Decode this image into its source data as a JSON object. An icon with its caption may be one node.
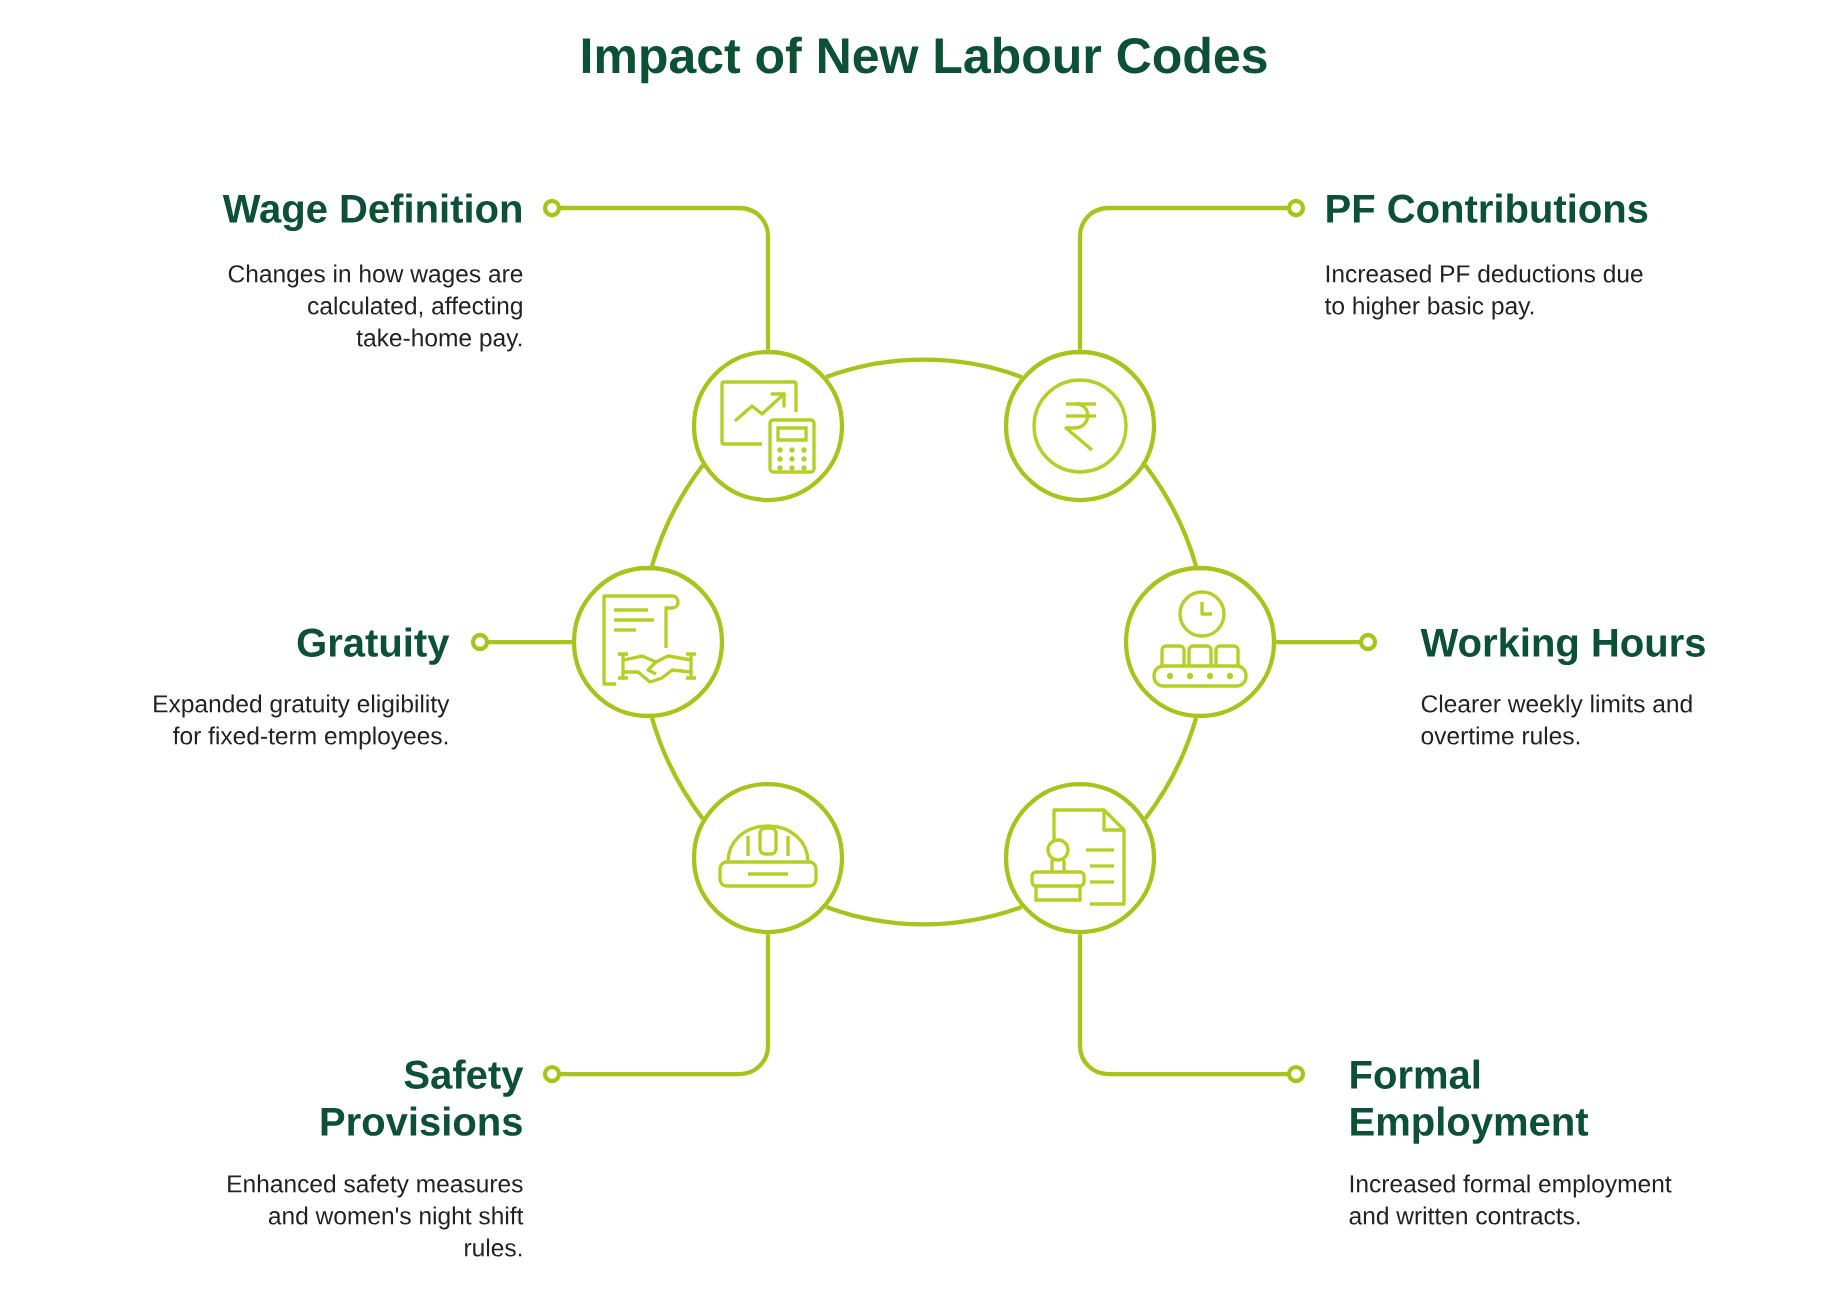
{
  "diagram": {
    "title": "Impact of New Labour Codes",
    "nodes": [
      {
        "text": [
          "Wage Definition",
          "Changes in how wages are calculated, affecting take-home pay."
        ]
      },
      {
        "text": [],
        "shape": "circle"
      },
      {
        "text": [],
        "shape": "circle"
      },
      {
        "text": [
          "PF Contributions",
          "Increased PF deductions due to higher basic pay."
        ]
      },
      {
        "text": [
          "Gratuity",
          "Expanded gratuity eligibility for fixed-term employees."
        ]
      },
      {
        "text": [],
        "shape": "circle"
      },
      {
        "text": [],
        "shape": "circle"
      },
      {
        "text": [
          "Working Hours",
          "Clearer weekly limits and overtime rules."
        ]
      },
      {
        "text": [],
        "shape": "circle"
      },
      {
        "text": [],
        "shape": "circle"
      },
      {
        "text": [
          "Safety Provisions",
          "Enhanced safety measures and women's night shift rules."
        ]
      },
      {
        "text": [
          "Formal Employment",
          "Increased formal employment and written contracts."
        ]
      }
    ],
    "edges": [
      {
        "from": 0,
        "to": 1,
        "arrow": "other"
      },
      {
        "from": 3,
        "to": 2,
        "arrow": "other"
      },
      {
        "from": 1,
        "to": 2,
        "arrow": "none"
      },
      {
        "from": 4,
        "to": 5,
        "arrow": "other"
      },
      {
        "from": 7,
        "to": 6,
        "arrow": "other"
      },
      {
        "from": 2,
        "to": 6,
        "arrow": "none"
      },
      {
        "from": 6,
        "to": 9,
        "arrow": "none"
      },
      {
        "from": 5,
        "to": 1,
        "arrow": "none"
      },
      {
        "from": 10,
        "to": 8,
        "arrow": "other"
      },
      {
        "from": 11,
        "to": 9,
        "arrow": "other"
      },
      {
        "from": 9,
        "to": 8,
        "arrow": "none"
      },
      {
        "from": 8,
        "to": 5,
        "arrow": "none"
      }
    ]
  }
}
